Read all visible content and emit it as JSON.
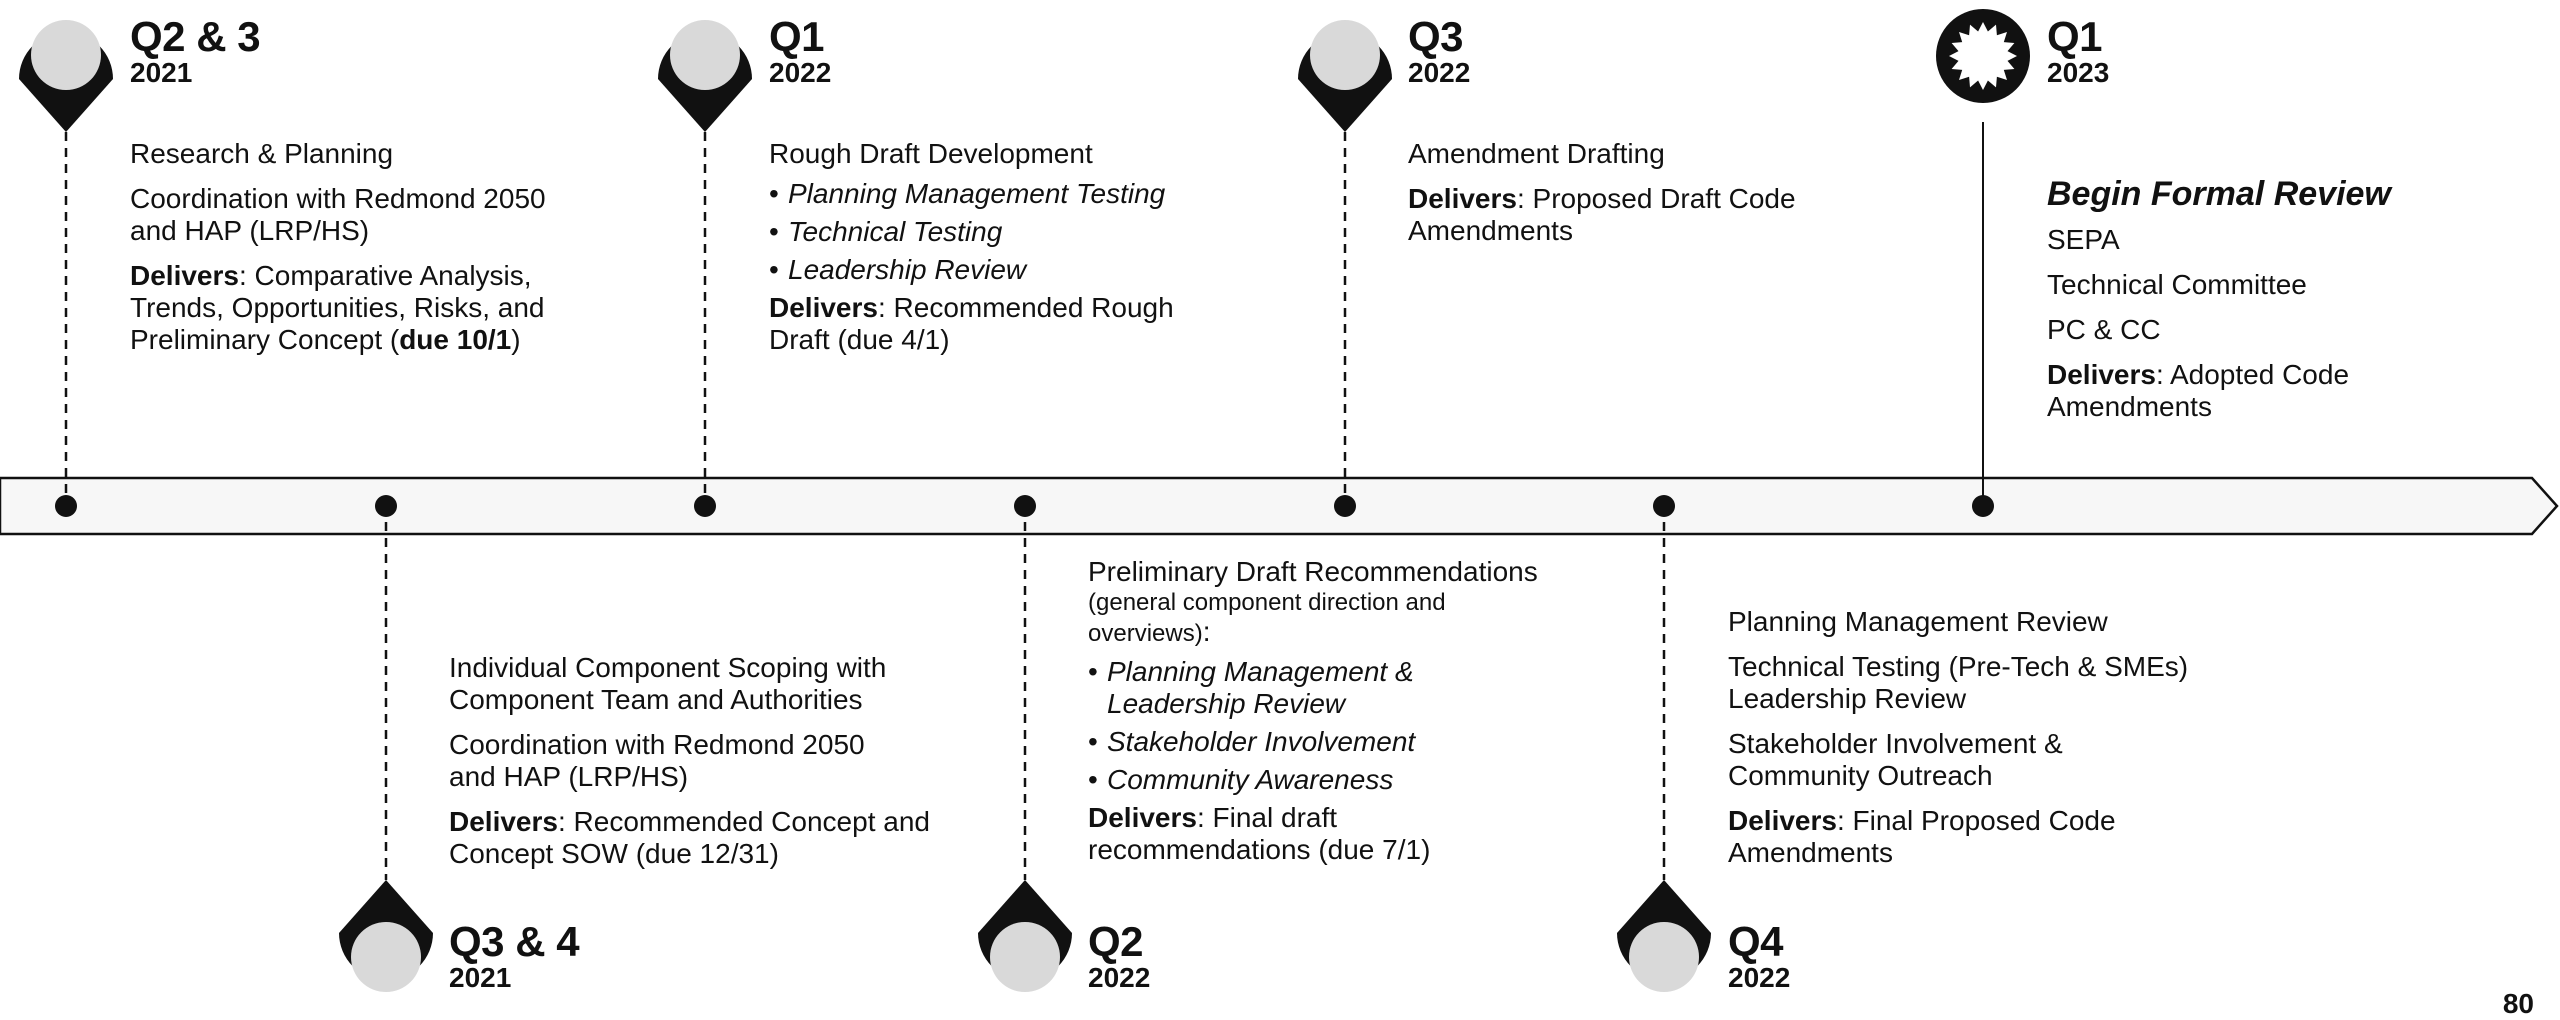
{
  "colors": {
    "ink": "#111111",
    "bar_fill": "#f7f7f7",
    "pin_fill": "#d9d9d9"
  },
  "milestones": {
    "m1": {
      "quarter": "Q2 & 3",
      "year": "2021",
      "marker_icon": "map-pin-icon",
      "lines": [
        "Research & Planning",
        "Coordination with Redmond 2050 and HAP (LRP/HS)"
      ],
      "delivers_label": "Delivers",
      "delivers_text": ": Comparative Analysis, Trends, Opportunities, Risks, and Preliminary Concept (",
      "delivers_due": "due 10/1",
      "delivers_close": ")"
    },
    "m2": {
      "quarter": "Q3 & 4",
      "year": "2021",
      "marker_icon": "map-pin-icon",
      "lines": [
        "Individual Component Scoping with Component Team and Authorities",
        "Coordination with Redmond 2050 and HAP (LRP/HS)"
      ],
      "delivers_label": "Delivers",
      "delivers_text": ": Recommended Concept and Concept SOW (due 12/31)"
    },
    "m3": {
      "quarter": "Q1",
      "year": "2022",
      "marker_icon": "map-pin-icon",
      "lines": [
        "Rough Draft Development"
      ],
      "bullets": [
        "Planning Management Testing",
        "Technical Testing",
        "Leadership Review"
      ],
      "delivers_label": "Delivers",
      "delivers_text": ": Recommended Rough Draft (due 4/1)"
    },
    "m4": {
      "quarter": "Q2",
      "year": "2022",
      "marker_icon": "map-pin-icon",
      "lines": [
        "Preliminary Draft Recommendations"
      ],
      "note": "(general component direction and overviews)",
      "note_suffix": ":",
      "bullets": [
        "Planning Management & Leadership Review",
        "Stakeholder Involvement",
        "Community Awareness"
      ],
      "delivers_label": "Delivers",
      "delivers_text": ": Final draft recommendations (due 7/1)"
    },
    "m5": {
      "quarter": "Q3",
      "year": "2022",
      "marker_icon": "map-pin-icon",
      "lines": [
        "Amendment Drafting"
      ],
      "delivers_label": "Delivers",
      "delivers_text": ": Proposed Draft Code Amendments"
    },
    "m6": {
      "quarter": "Q4",
      "year": "2022",
      "marker_icon": "map-pin-icon",
      "lines": [
        "Planning Management Review",
        "Technical Testing (Pre-Tech & SMEs) Leadership Review",
        "Stakeholder Involvement & Community Outreach"
      ],
      "delivers_label": "Delivers",
      "delivers_text": ": Final Proposed Code Amendments"
    },
    "m7": {
      "quarter": "Q1",
      "year": "2023",
      "marker_icon": "starburst-badge-icon",
      "title": "Begin Formal Review",
      "lines": [
        "SEPA",
        "Technical Committee",
        "PC & CC"
      ],
      "delivers_label": "Delivers",
      "delivers_text": ": Adopted Code Amendments"
    }
  },
  "slide_number": "80"
}
